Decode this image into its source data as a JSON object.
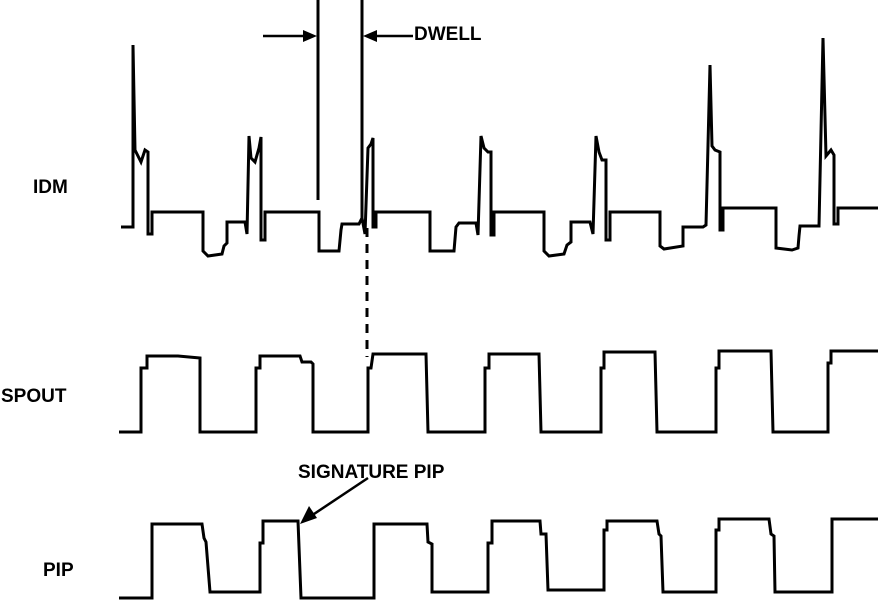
{
  "signals": {
    "idm": "IDM",
    "spout": "SPOUT",
    "pip": "PIP"
  },
  "annotations": {
    "dwell": "DWELL",
    "signature_pip": "SIGNATURE PIP"
  }
}
